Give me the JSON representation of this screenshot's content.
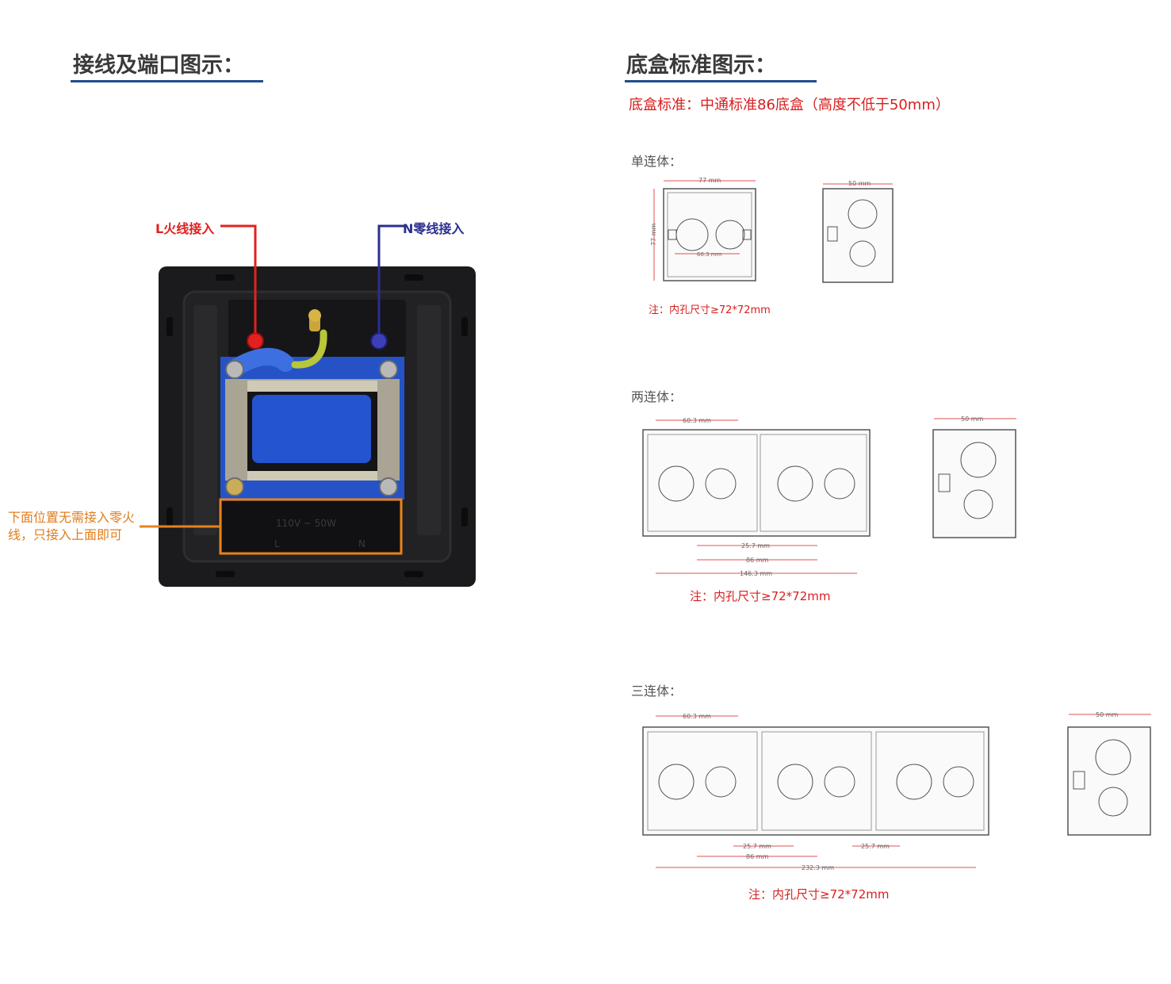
{
  "left": {
    "title": "接线及端口图示：",
    "callout_l": "L火线接入",
    "callout_n": "N零线接入",
    "orange_note": "下面位置无需接入零火线，只接入上面即可",
    "module_label_top": "110V ~ 50W",
    "module_label_l": "L",
    "module_label_n": "N",
    "colors": {
      "red": "#e32020",
      "blue": "#2b2f8f",
      "orange": "#e8831c",
      "panel": "#1b1b1d"
    }
  },
  "right": {
    "title": "底盒标准图示：",
    "standard_text": "底盒标准：中通标准86底盒（高度不低于50mm）",
    "single": {
      "label": "单连体：",
      "dims": {
        "width": "77 mm",
        "height": "77 mm",
        "hole": "60.3 mm",
        "depth": "50 mm"
      },
      "note": "注：内孔尺寸≥72*72mm"
    },
    "double": {
      "label": "两连体：",
      "dims": {
        "hole": "60.3 mm",
        "gap": "25.7 mm",
        "pitch": "86 mm",
        "total": "146.3 mm",
        "depth": "50 mm"
      },
      "note": "注：内孔尺寸≥72*72mm"
    },
    "triple": {
      "label": "三连体：",
      "dims": {
        "hole": "60.3 mm",
        "gap1": "25.7 mm",
        "gap2": "25.7 mm",
        "pitch": "86 mm",
        "total": "232.3 mm",
        "depth": "50 mm"
      },
      "note": "注：内孔尺寸≥72*72mm"
    }
  }
}
